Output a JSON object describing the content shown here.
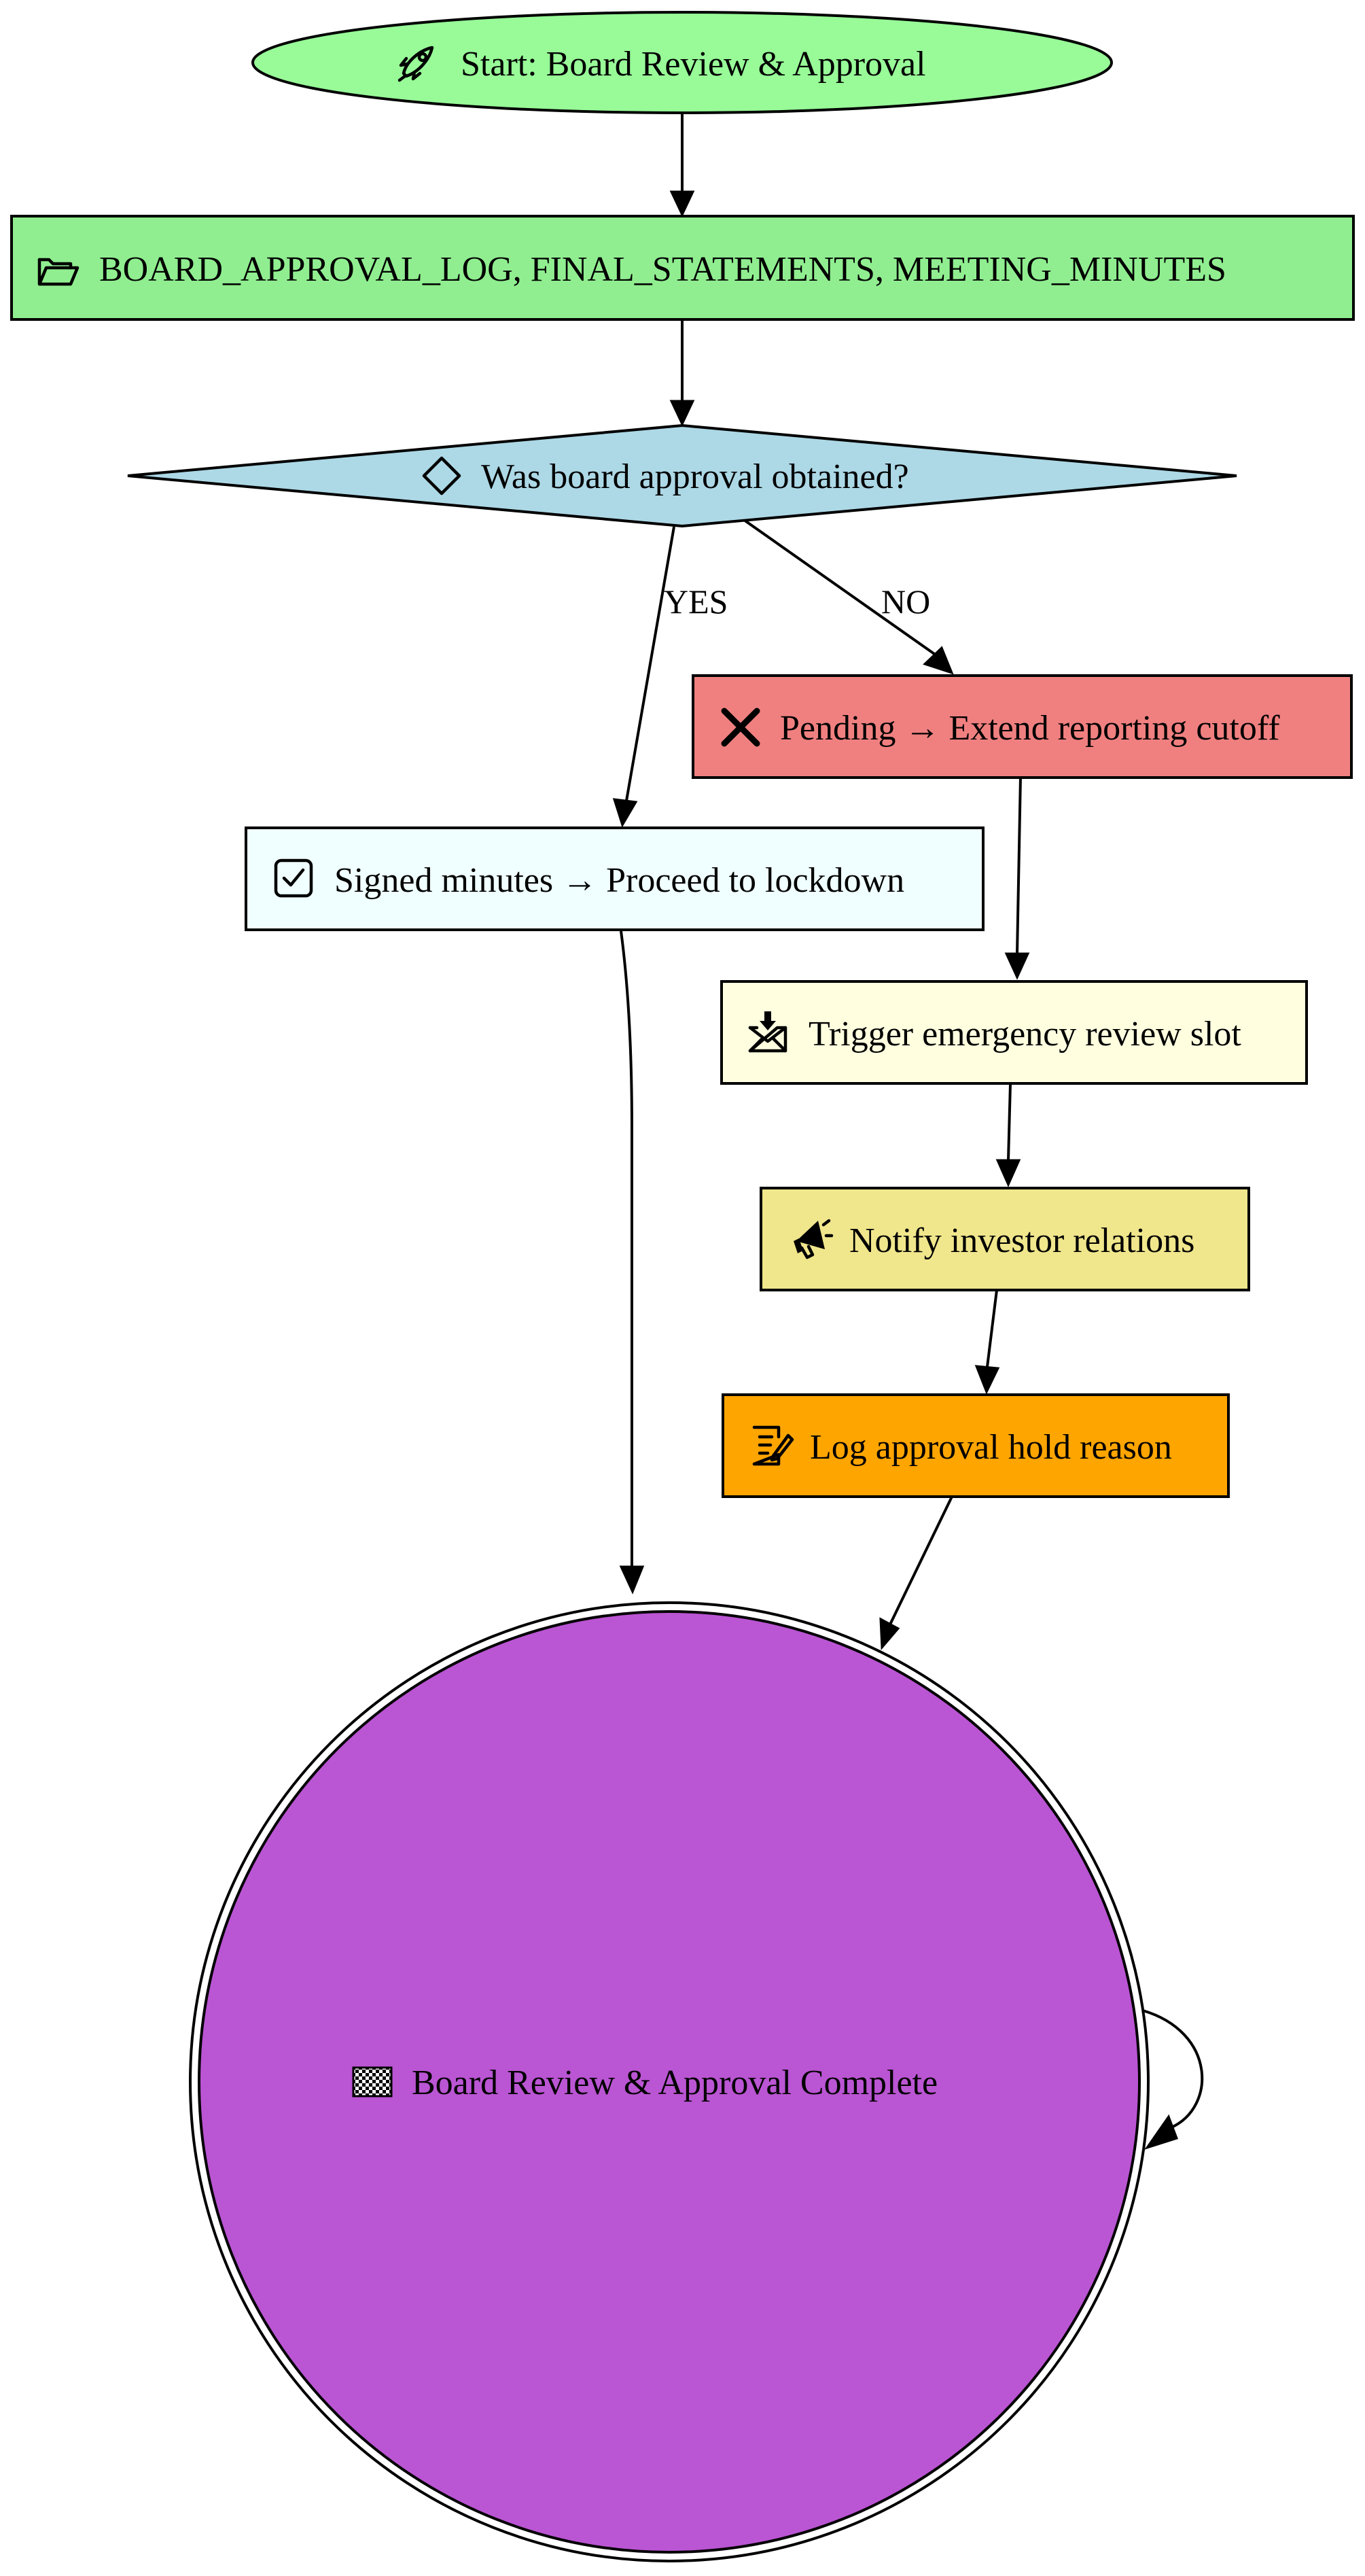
{
  "diagram": {
    "nodes": {
      "start": {
        "label": "Start: Board Review & Approval",
        "icon": "rocket-icon",
        "fill": "#98fb98"
      },
      "inputs": {
        "label": "BOARD_APPROVAL_LOG, FINAL_STATEMENTS, MEETING_MINUTES",
        "icon": "folder-icon",
        "fill": "#90ee90"
      },
      "decision": {
        "label": "Was board approval obtained?",
        "icon": "diamond-icon",
        "fill": "#add8e6"
      },
      "pending": {
        "label": "Pending → Extend reporting cutoff",
        "icon": "cross-icon",
        "fill": "#f08080"
      },
      "signed": {
        "label": "Signed minutes → Proceed to lockdown",
        "icon": "checkbox-icon",
        "fill": "#f0ffff"
      },
      "emergency": {
        "label": "Trigger emergency review slot",
        "icon": "envelope-download-icon",
        "fill": "#ffffe0"
      },
      "notify": {
        "label": "Notify investor relations",
        "icon": "megaphone-icon",
        "fill": "#f0e68c"
      },
      "log": {
        "label": "Log approval hold reason",
        "icon": "memo-icon",
        "fill": "#ffa500"
      },
      "complete": {
        "label": "Board Review & Approval Complete",
        "icon": "checkered-flag-icon",
        "fill": "#ba55d3"
      }
    },
    "edges": {
      "yes_label": "YES",
      "no_label": "NO"
    }
  }
}
